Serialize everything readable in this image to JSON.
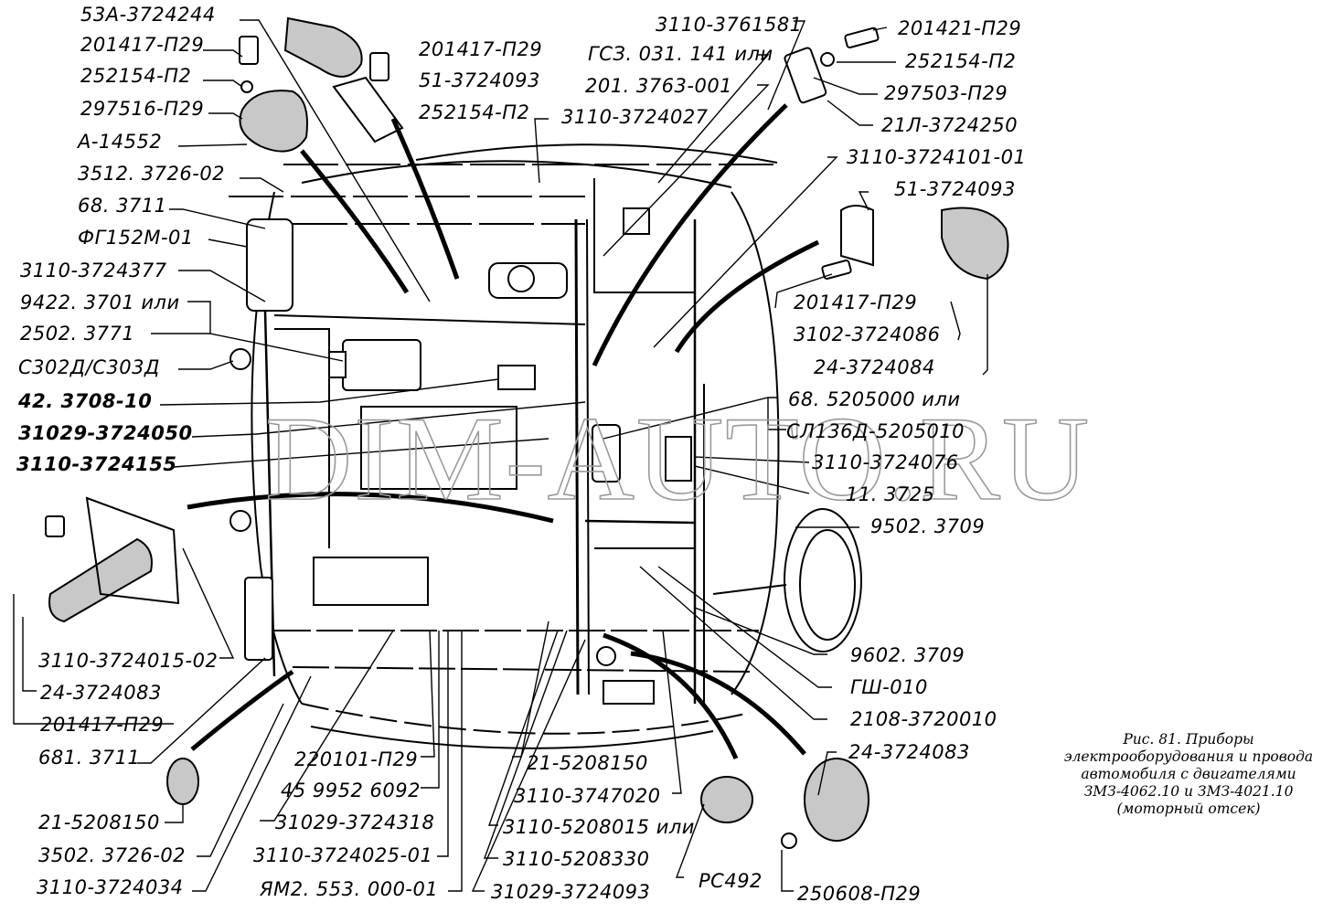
{
  "figure": {
    "caption_lines": [
      "Рис. 81. Приборы",
      "электрооборудования и провода",
      "автомобиля с двигателями",
      "ЗМЗ-4062.10 и ЗМЗ-4021.10",
      "(моторный отсек)"
    ],
    "watermark": "DIM-AUTO.RU",
    "line_color": "#000000",
    "watermark_color": "#9a9a9a"
  },
  "labels": {
    "left": [
      "53А-3724244",
      "201417-П29",
      "252154-П2",
      "297516-П29",
      "А-14552",
      "3512. 3726-02",
      "68. 3711",
      "ФГ152М-01",
      "3110-3724377",
      "9422. 3701 или",
      "2502. 3771",
      "С302Д/С303Д",
      "42. 3708-10",
      "31029-3724050",
      "3110-3724155",
      "3110-3724015-02",
      "24-3724083",
      "201417-П29",
      "681. 3711",
      "21-5208150",
      "3502. 3726-02",
      "3110-3724034"
    ],
    "top_center": [
      "201417-П29",
      "51-3724093",
      "252154-П2",
      "3110-3761581",
      "ГСЗ. 031. 141 или",
      "201. 3763-001",
      "3110-3724027"
    ],
    "right": [
      "201421-П29",
      "252154-П2",
      "297503-П29",
      "21Л-3724250",
      "3110-3724101-01",
      "51-3724093",
      "201417-П29",
      "3102-3724086",
      "24-3724084",
      "68. 5205000 или",
      "СЛ136Д-5205010",
      "3110-3724076",
      "11. 3725",
      "9502. 3709",
      "9602. 3709",
      "ГШ-010",
      "2108-3720010",
      "24-3724083"
    ],
    "bottom_center": [
      "220101-П29",
      "45 9952 6092",
      "31029-3724318",
      "3110-3724025-01",
      "ЯМ2. 553. 000-01",
      "21-5208150",
      "3110-3747020",
      "3110-5208015 или",
      "3110-5208330",
      "31029-3724093",
      "РС492",
      "250608-П29"
    ]
  }
}
